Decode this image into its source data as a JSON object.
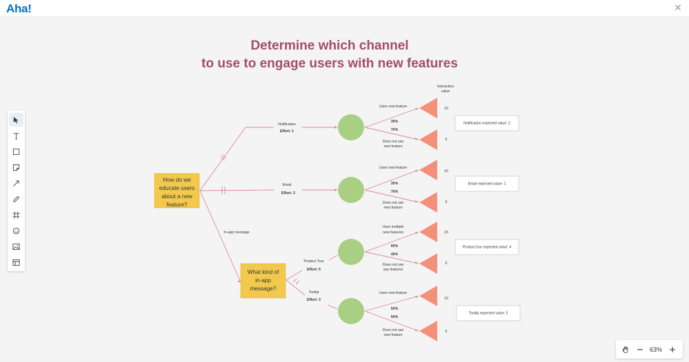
{
  "app": {
    "logo": "Aha!"
  },
  "title": {
    "line1": "Determine which channel",
    "line2": "to use to engage users with new features"
  },
  "toolbar": {
    "tools": [
      {
        "name": "select-tool",
        "icon": "cursor-icon"
      },
      {
        "name": "text-tool",
        "icon": "text-icon"
      },
      {
        "name": "shape-tool",
        "icon": "rectangle-icon"
      },
      {
        "name": "sticky-note-tool",
        "icon": "sticky-note-icon"
      },
      {
        "name": "arrow-tool",
        "icon": "arrow-icon"
      },
      {
        "name": "pen-tool",
        "icon": "pencil-icon"
      },
      {
        "name": "frame-tool",
        "icon": "frame-icon"
      },
      {
        "name": "emoji-tool",
        "icon": "smiley-icon"
      },
      {
        "name": "image-tool",
        "icon": "image-icon"
      },
      {
        "name": "template-tool",
        "icon": "template-icon"
      }
    ]
  },
  "zoom": {
    "value": "63%"
  },
  "colors": {
    "accent": "#a34d6a",
    "sticky": "#f2c94c",
    "circle": "#a9cf82",
    "triangle": "#f4907a",
    "line": "#d9879b",
    "logo": "#0073cf"
  },
  "diagram": {
    "root_note": [
      "How do we",
      "educate users",
      "about a new",
      "feature?"
    ],
    "sub_note": [
      "What kind of",
      "in-app",
      "message?"
    ],
    "interaction_header": [
      "Interaction",
      "value"
    ],
    "channels": {
      "notification": {
        "name": "Notification",
        "effort": "Effort: 1",
        "up_label": [
          "Uses new feature"
        ],
        "down_label": [
          "Does not use",
          "new feature"
        ],
        "up_pct": "30%",
        "down_pct": "70%",
        "up_val": "10",
        "down_val": "0",
        "expected": "Notification expected value: 2"
      },
      "email": {
        "name": "Email",
        "effort": "Effort: 2",
        "up_label": [
          "Uses new feature"
        ],
        "down_label": [
          "Does not use",
          "new feature"
        ],
        "up_pct": "30%",
        "down_pct": "70%",
        "up_val": "10",
        "down_val": "0",
        "expected": "Email expected value: 1"
      },
      "product_tour": {
        "name": "Product Tour",
        "effort": "Effort: 5",
        "up_label": [
          "Uses multiple",
          "new features"
        ],
        "down_label": [
          "Does not use",
          "any features"
        ],
        "up_pct": "60%",
        "down_pct": "40%",
        "up_val": "15",
        "down_val": "0",
        "expected": "Product tour expected value: 4"
      },
      "tooltip": {
        "name": "Tooltip",
        "effort": "Effort: 3",
        "up_label": [
          "Uses new feature"
        ],
        "down_label": [
          "Does not use",
          "new feature"
        ],
        "up_pct": "50%",
        "down_pct": "50%",
        "up_val": "10",
        "down_val": "0",
        "expected": "Tooltip expected value: 2"
      }
    },
    "inapp_label": "In-app message"
  }
}
